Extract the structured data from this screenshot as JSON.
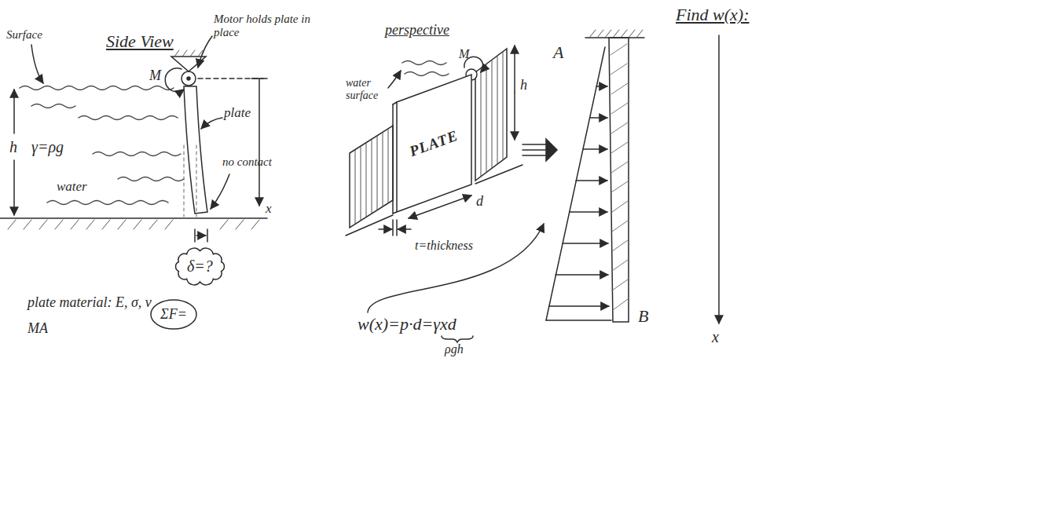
{
  "diagram": {
    "nodes": [
      {
        "text": [
          "δ=?"
        ]
      },
      {
        "text": [
          "ΣF="
        ]
      },
      {
        "text": [
          "PLATE"
        ]
      }
    ],
    "labels": [
      "Surface",
      "Side View",
      "M",
      "Motor holds plate in place",
      "h",
      "γ=ρg",
      "water",
      "plate",
      "no contact",
      "x",
      "plate material: E, σ, ν",
      "MA",
      "perspective",
      "water surface",
      "M",
      "h",
      "d",
      "t=thickness",
      "w(x)=p·d=γxd",
      "ρgh",
      "Find w(x):",
      "A",
      "B",
      "x"
    ]
  }
}
